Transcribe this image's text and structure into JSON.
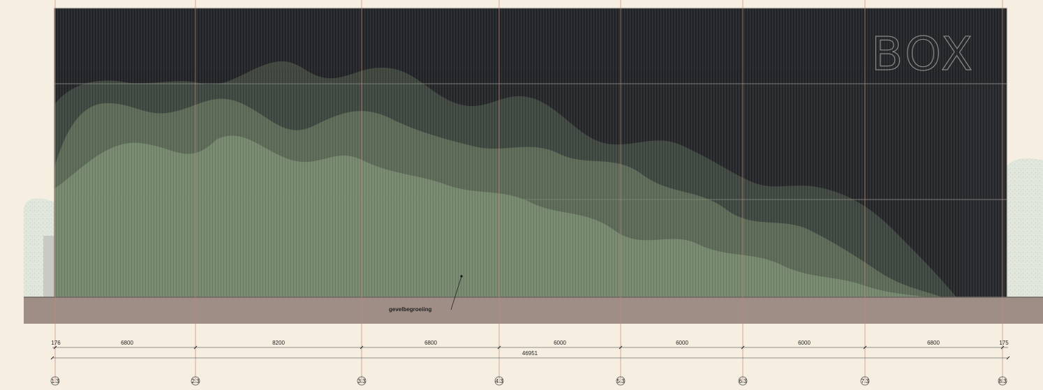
{
  "drawing": {
    "building_sign": "BOX",
    "annotation": "gevelbegroeiing"
  },
  "dimensions": {
    "edge_left": "176",
    "edge_right": "175",
    "bays": [
      "6800",
      "8200",
      "6800",
      "6000",
      "6000",
      "6000",
      "6800"
    ],
    "total": "46951"
  },
  "grid_axes": [
    "1.3",
    "2.3",
    "3.3",
    "4.3",
    "5.3",
    "6.3",
    "7.3",
    "8.3"
  ],
  "colors": {
    "background": "#f6efe1",
    "facade": "#2e3034",
    "greenery": "#7d8c74",
    "ground": "#9e8e86",
    "gridline": "#c48876"
  }
}
